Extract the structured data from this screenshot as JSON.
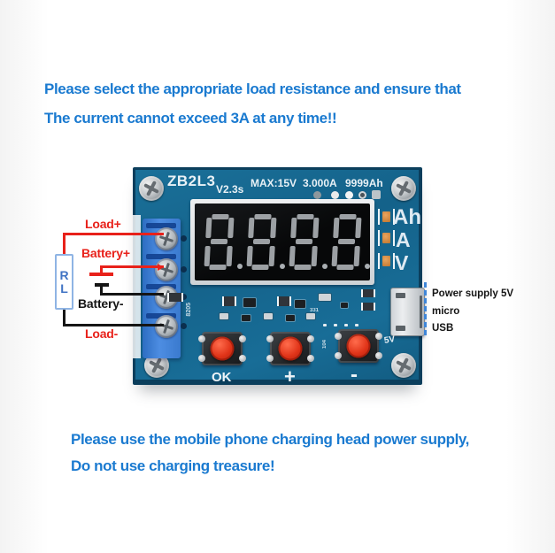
{
  "notes": {
    "top_line1": "Please select the appropriate load resistance and ensure that",
    "top_line2": "The current cannot exceed 3A at any time!!",
    "bottom_line1": "Please use the mobile phone charging head power supply,",
    "bottom_line2": "Do not use charging treasure!"
  },
  "board": {
    "model": "ZB2L3",
    "version": "V2.3s",
    "ratings": {
      "voltage": "MAX:15V",
      "current": "3.000A",
      "capacity": "9999Ah"
    },
    "display_value": "8.8.8.8",
    "unit_labels": [
      "Ah",
      "A",
      "V"
    ],
    "button_labels": [
      "OK",
      "+",
      "-"
    ],
    "usb_port_label": "5V",
    "silkscreen": [
      "8205",
      "331",
      "104"
    ]
  },
  "annotations": {
    "terminal_labels": [
      "Load+",
      "Battery+",
      "Battery-",
      "Load-"
    ],
    "load_resistor_letters": [
      "R",
      "L"
    ],
    "usb_note_lines": [
      "Power supply 5V",
      "micro",
      "USB"
    ]
  },
  "colors": {
    "note_text_blue": "#1a7ad0",
    "annotation_red": "#e8211a",
    "annotation_black": "#151515",
    "pcb_blue": "#15648a",
    "terminal_block_blue": "#3d7fd2",
    "button_cap_red": "#de3118",
    "usb_dashed_blue": "#3f86d8"
  }
}
